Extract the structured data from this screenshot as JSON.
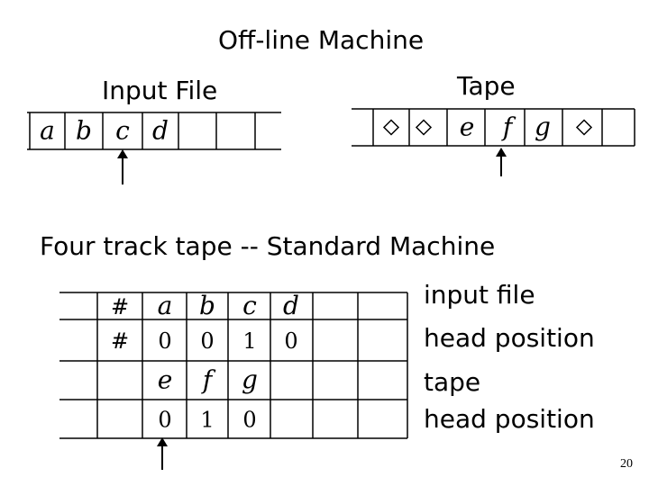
{
  "title": "Off-line Machine",
  "input_file": {
    "label": "Input File",
    "cells": [
      "a",
      "b",
      "c",
      "d",
      "",
      "",
      ""
    ]
  },
  "tape": {
    "label": "Tape",
    "cells": [
      "◇",
      "◇",
      "",
      "e",
      "f",
      "g",
      "◇",
      ""
    ]
  },
  "four_track": {
    "title": "Four track tape -- Standard Machine",
    "rows": [
      [
        "",
        "#",
        "a",
        "b",
        "c",
        "d",
        "",
        "",
        ""
      ],
      [
        "",
        "#",
        "0",
        "0",
        "1",
        "0",
        "",
        "",
        ""
      ],
      [
        "",
        "",
        "e",
        "f",
        "g",
        "",
        "",
        "",
        ""
      ],
      [
        "",
        "",
        "0",
        "1",
        "0",
        "",
        "",
        "",
        ""
      ]
    ],
    "track_labels": [
      "input file",
      "head position",
      "tape",
      "head position"
    ]
  },
  "page_number": "20"
}
